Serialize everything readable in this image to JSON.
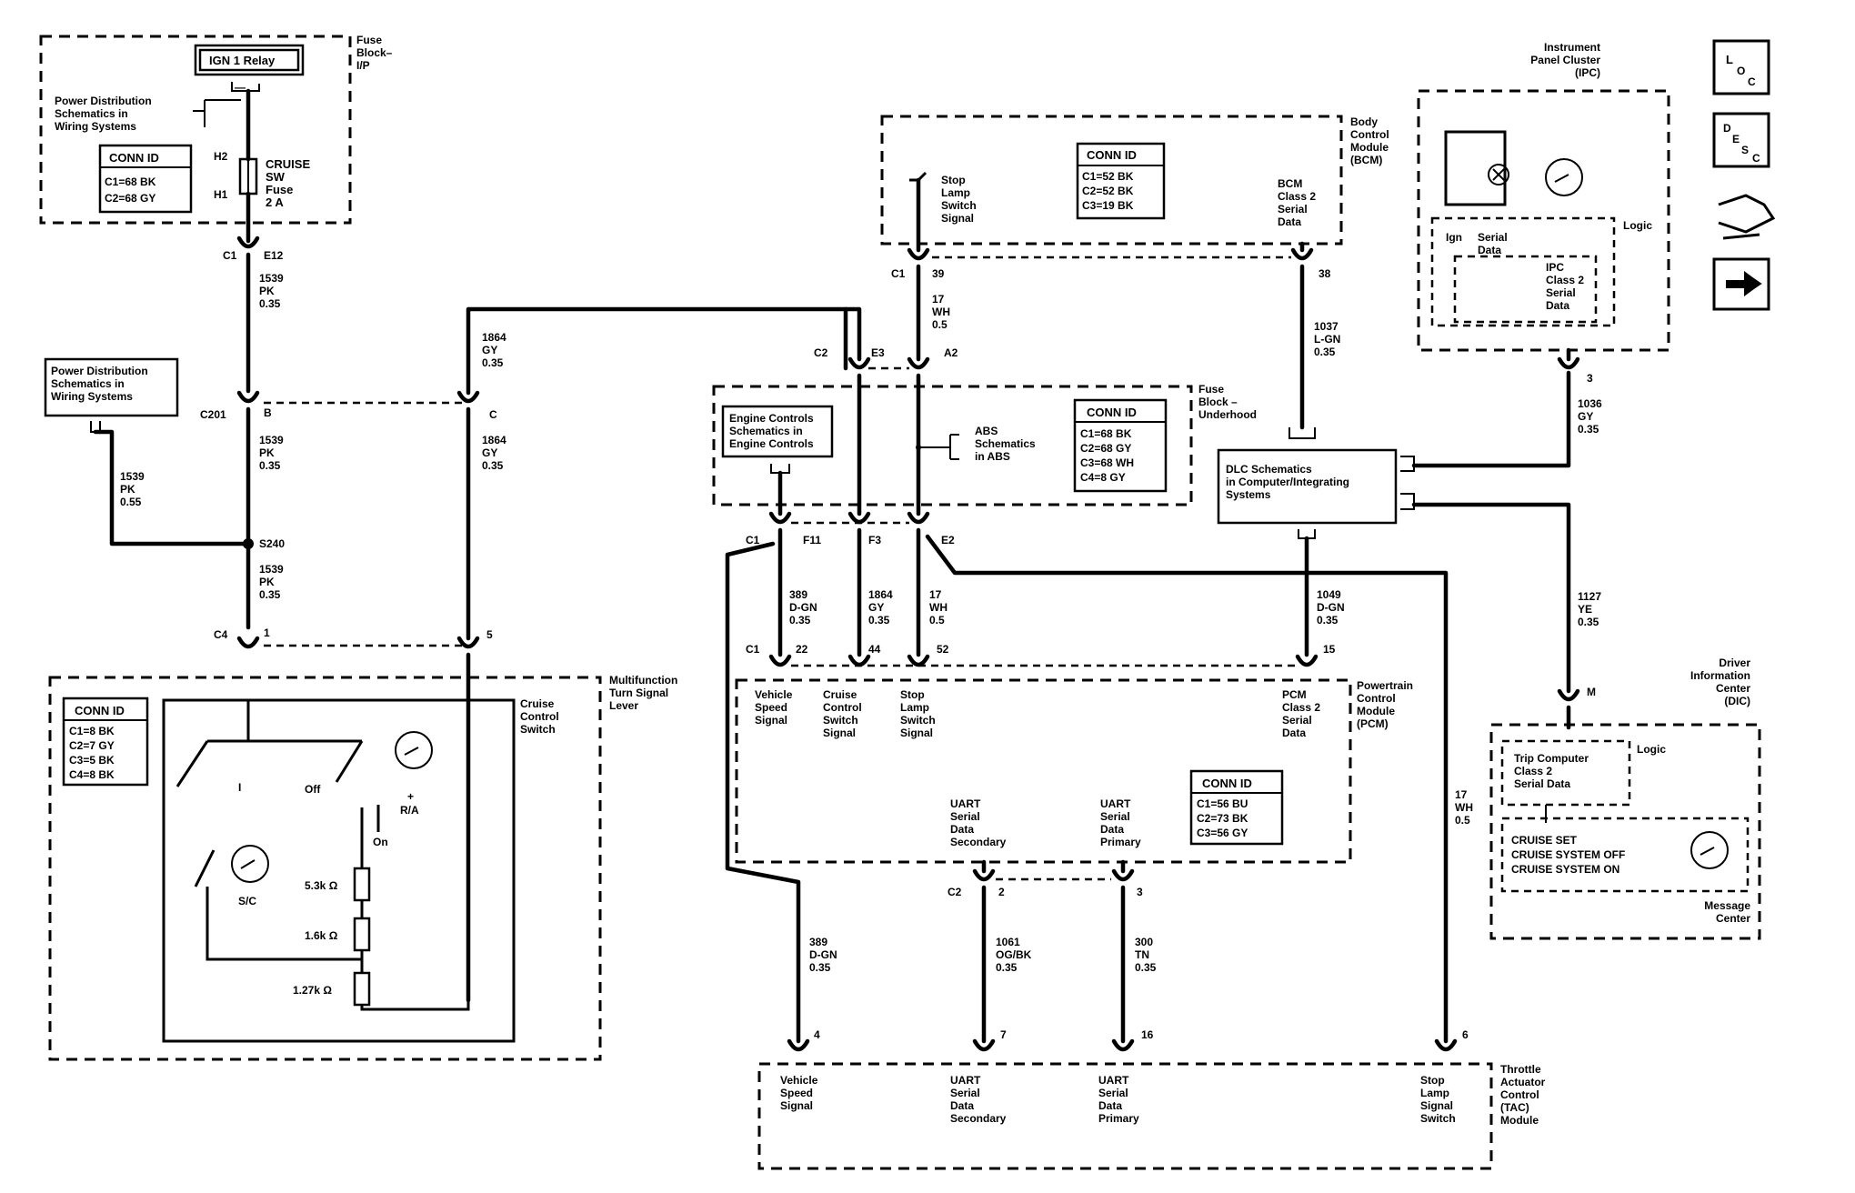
{
  "labels": {
    "fuse_block_ip": "Fuse Block– I/P",
    "ign1_relay": "IGN 1 Relay",
    "power_dist_1": "Power Distribution Schematics in Wiring Systems",
    "cruise_sw_fuse": "CRUISE SW Fuse 2 A",
    "conn_id": "CONN ID",
    "fuse_ip_c1": "C1=68 BK",
    "fuse_ip_c2": "C2=68 GY",
    "h2": "H2",
    "h1": "H1",
    "c1": "C1",
    "e12": "E12",
    "w1539": "1539",
    "pk": "PK",
    "g035": "0.35",
    "power_dist_2": "Power Distribution Schematics in Wiring Systems",
    "w1539b": "1539",
    "pkb": "PK",
    "g055": "0.55",
    "c201": "C201",
    "b": "B",
    "s240": "S240",
    "c4": "C4",
    "pin1": "1",
    "pin5": "5",
    "w1864": "1864",
    "gy": "GY",
    "pin_c": "C",
    "mf_lever": "Multifunction Turn Signal Lever",
    "mf_c1": "C1=8 BK",
    "mf_c2": "C2=7 GY",
    "mf_c3": "C3=5 BK",
    "mf_c4": "C4=8 BK",
    "cruise_ctrl_sw": "Cruise Control Switch",
    "pos_i": "I",
    "pos_off": "Off",
    "pos_on": "On",
    "pos_plus": "+",
    "pos_ra": "R/A",
    "pos_sc": "S/C",
    "r53k": "5.3k Ω",
    "r16k": "1.6k Ω",
    "r127k": "1.27k Ω",
    "stop_lamp_sw_sig": "Stop Lamp Switch Signal",
    "bcm": "Body Control Module (BCM)",
    "bcm_c1": "C1=52 BK",
    "bcm_c2": "C2=52 BK",
    "bcm_c3": "C3=19 BK",
    "bcm_class2": "BCM Class 2 Serial Data",
    "pin39": "39",
    "pin38": "38",
    "w17": "17",
    "wh": "WH",
    "g05": "0.5",
    "w1037": "1037",
    "lgn": "L-GN",
    "c2": "C2",
    "e3": "E3",
    "a2": "A2",
    "engine_controls": "Engine Controls Schematics in Engine Controls",
    "abs": "ABS Schematics in ABS",
    "fuse_uh": "Fuse Block – Underhood",
    "uh_c1": "C1=68 BK",
    "uh_c2": "C2=68 GY",
    "uh_c3": "C3=68 WH",
    "uh_c4": "C4=8 GY",
    "dlc": "DLC Schematics in Computer/Integrating Systems",
    "f11": "F11",
    "f3": "F3",
    "e2": "E2",
    "w389": "389",
    "dgn": "D-GN",
    "w1049": "1049",
    "pin22": "22",
    "pin44": "44",
    "pin52": "52",
    "pin15": "15",
    "pcm": "Powertrain Control Module (PCM)",
    "vss": "Vehicle Speed Signal",
    "cruise_sw_sig": "Cruise Control Switch Signal",
    "stop_lamp_sw_sig2": "Stop Lamp Switch Signal",
    "pcm_class2": "PCM Class 2 Serial Data",
    "pcm_c1": "C1=56 BU",
    "pcm_c2": "C2=73 BK",
    "pcm_c3": "C3=56 GY",
    "uart_sec": "UART Serial Data Secondary",
    "uart_pri": "UART Serial Data Primary",
    "pin2": "2",
    "pin3": "3",
    "w1061": "1061",
    "ogbk": "OG/BK",
    "w300": "300",
    "tn": "TN",
    "pin4": "4",
    "pin7": "7",
    "pin16": "16",
    "pin6": "6",
    "tac": "Throttle Actuator Control (TAC) Module",
    "tac_vss": "Vehicle Speed Signal",
    "tac_uart_sec": "UART Serial Data Secondary",
    "tac_uart_pri": "UART Serial Data Primary",
    "tac_stop": "Stop Lamp Signal Switch",
    "ipc": "Instrument Panel Cluster (IPC)",
    "logic": "Logic",
    "ign": "Ign",
    "serial_data": "Serial Data",
    "ipc_class2": "IPC Class 2 Serial Data",
    "w1036": "1036",
    "w1127": "1127",
    "ye": "YE",
    "pin_m": "M",
    "dic": "Driver Information Center (DIC)",
    "trip_comp": "Trip Computer Class 2 Serial Data",
    "logic2": "Logic",
    "msg1": "CRUISE SET",
    "msg2": "CRUISE SYSTEM OFF",
    "msg3": "CRUISE SYSTEM ON",
    "msg_center": "Message Center",
    "w17b": "17",
    "whb": "WH",
    "g05b": "0.5",
    "loc_l": "L",
    "loc_o": "O",
    "loc_c": "C",
    "desc_d": "D",
    "desc_e": "E",
    "desc_s": "S",
    "desc_c": "C"
  }
}
